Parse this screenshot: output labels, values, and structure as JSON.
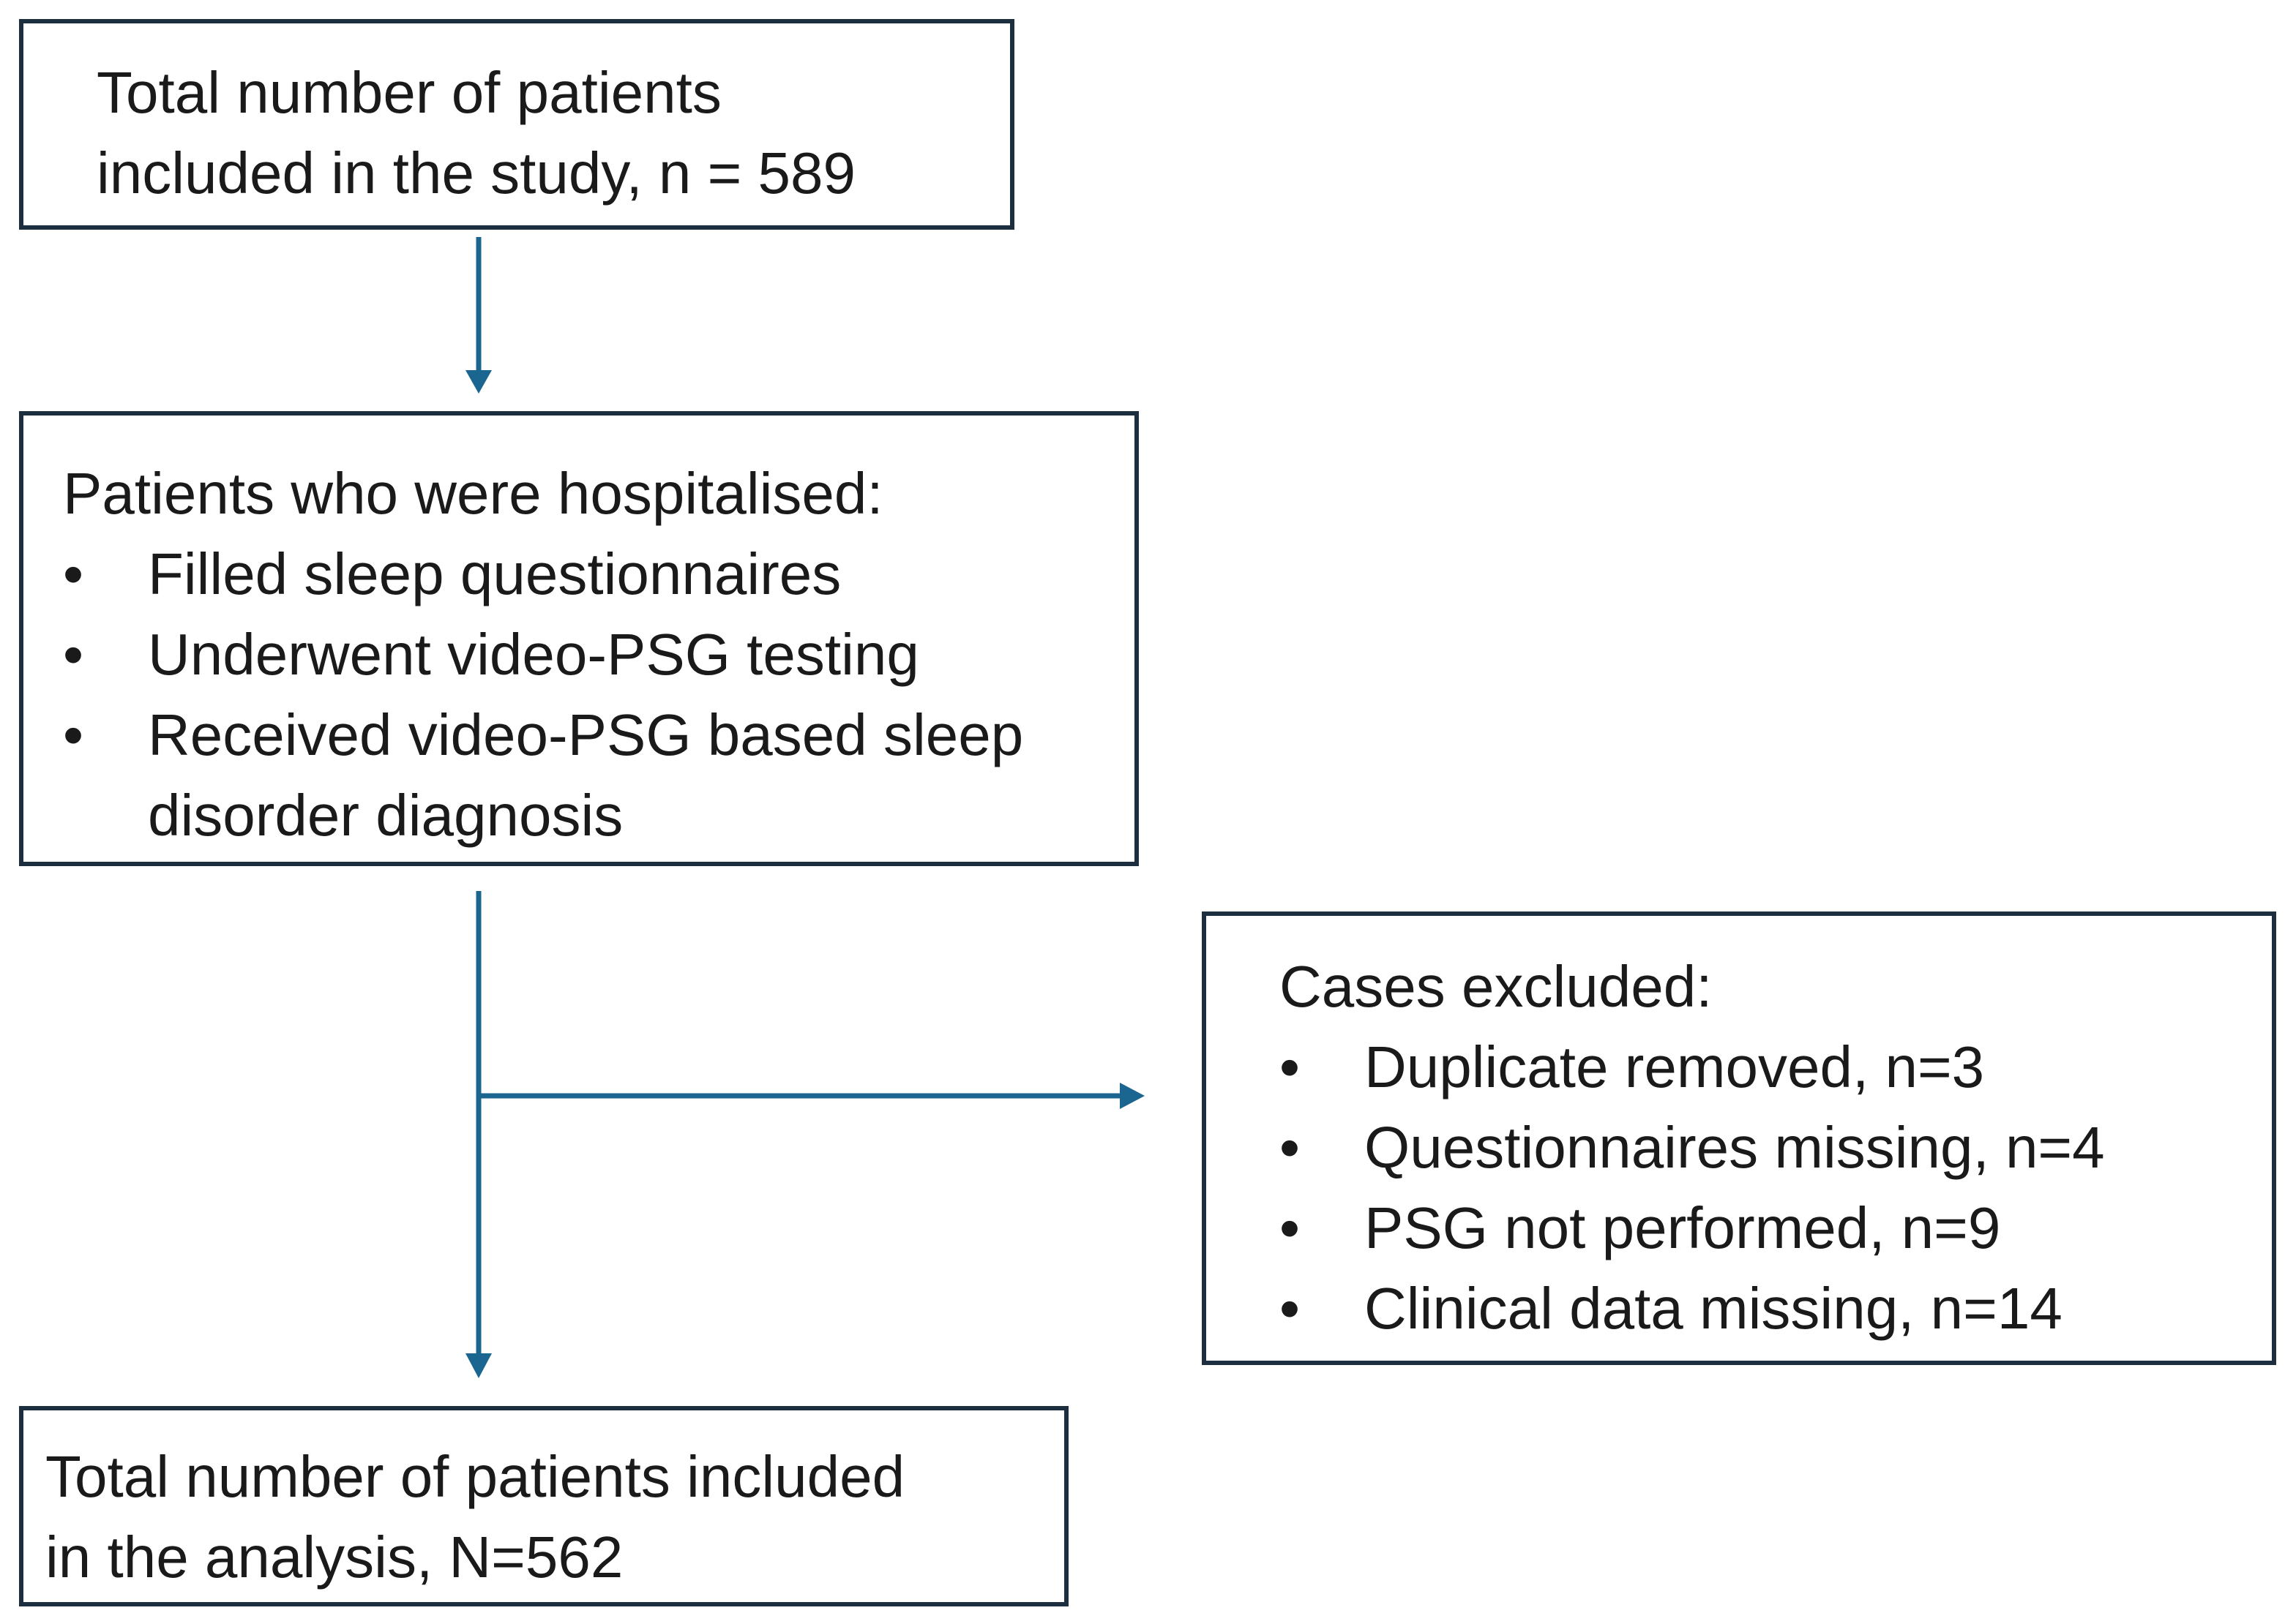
{
  "diagram": {
    "line_color": "#1a6690",
    "border_color": "#1d2e3f",
    "boxes": {
      "total": {
        "line1": "Total number of patients",
        "line2": "included in the study,  n = 589"
      },
      "hospitalised": {
        "title": "Patients who were hospitalised:",
        "bullet": "•",
        "items": [
          "Filled sleep questionnaires",
          "Underwent video-PSG testing",
          "Received video-PSG based sleep"
        ],
        "item3_continuation": "disorder diagnosis"
      },
      "excluded": {
        "title": "Cases excluded:",
        "bullet": "•",
        "items": [
          "Duplicate removed, n=3",
          "Questionnaires missing, n=4",
          "PSG not performed, n=9",
          "Clinical data missing, n=14"
        ]
      },
      "analysis": {
        "line1": "Total number of patients included",
        "line2": "in the analysis, N=562"
      }
    }
  }
}
